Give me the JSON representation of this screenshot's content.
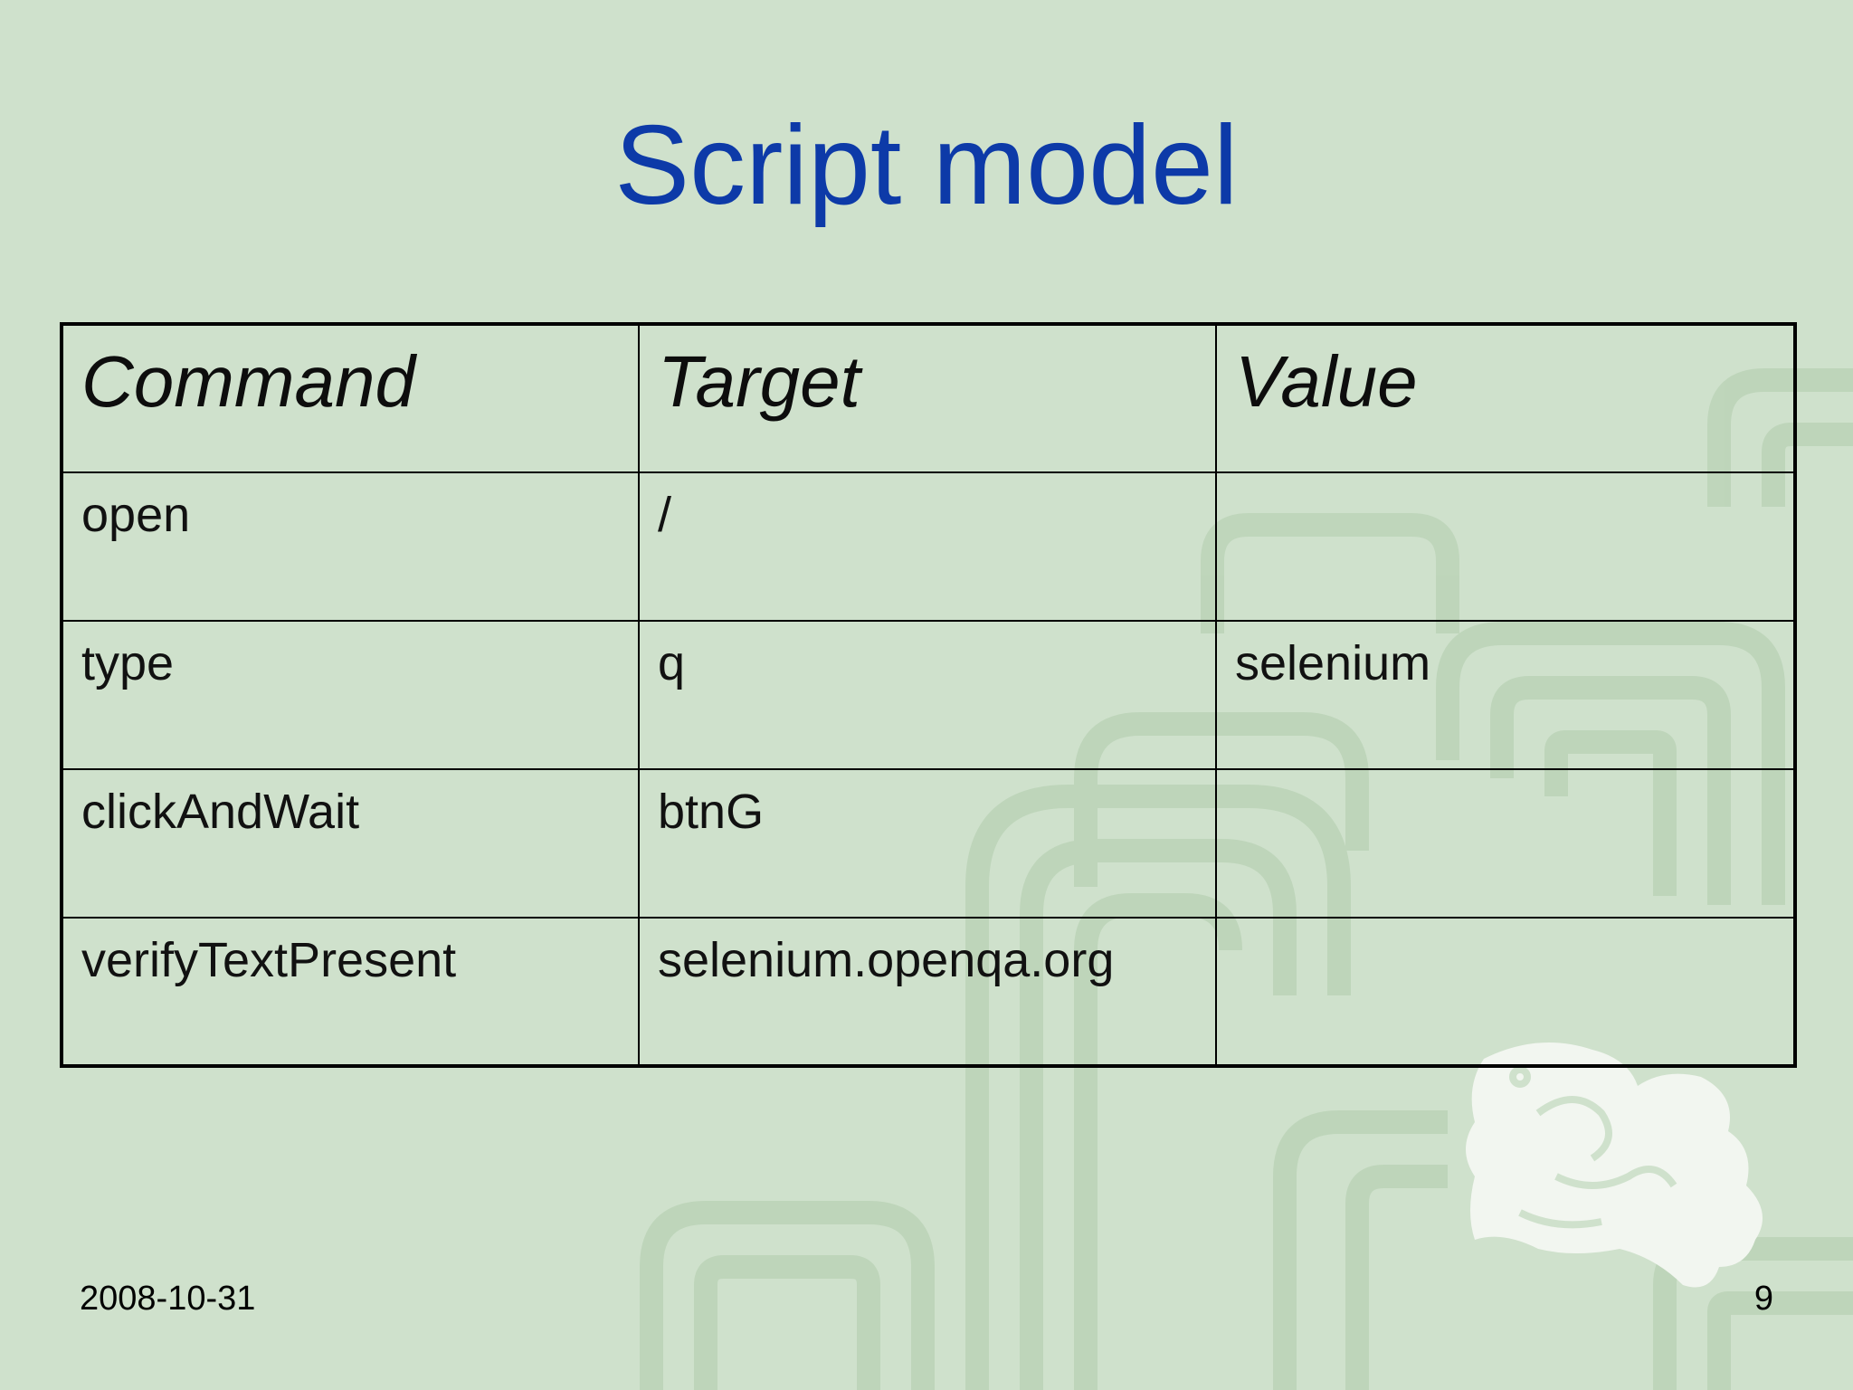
{
  "slide": {
    "title": "Script model",
    "footer_date": "2008-10-31",
    "page_number": "9"
  },
  "table": {
    "headers": [
      "Command",
      "Target",
      "Value"
    ],
    "rows": [
      [
        "open",
        "/",
        ""
      ],
      [
        "type",
        "q",
        "selenium"
      ],
      [
        "clickAndWait",
        "btnG",
        ""
      ],
      [
        "verifyTextPresent",
        "selenium.openqa.org",
        ""
      ]
    ]
  },
  "colors": {
    "background": "#cfe1cc",
    "title": "#0d3aa8",
    "pattern": "#a9c7a5",
    "ornament": "#f2f6f0"
  },
  "decoration": {
    "background_pattern": "meander-pattern",
    "ornament": "jade-dragon-ornament"
  }
}
